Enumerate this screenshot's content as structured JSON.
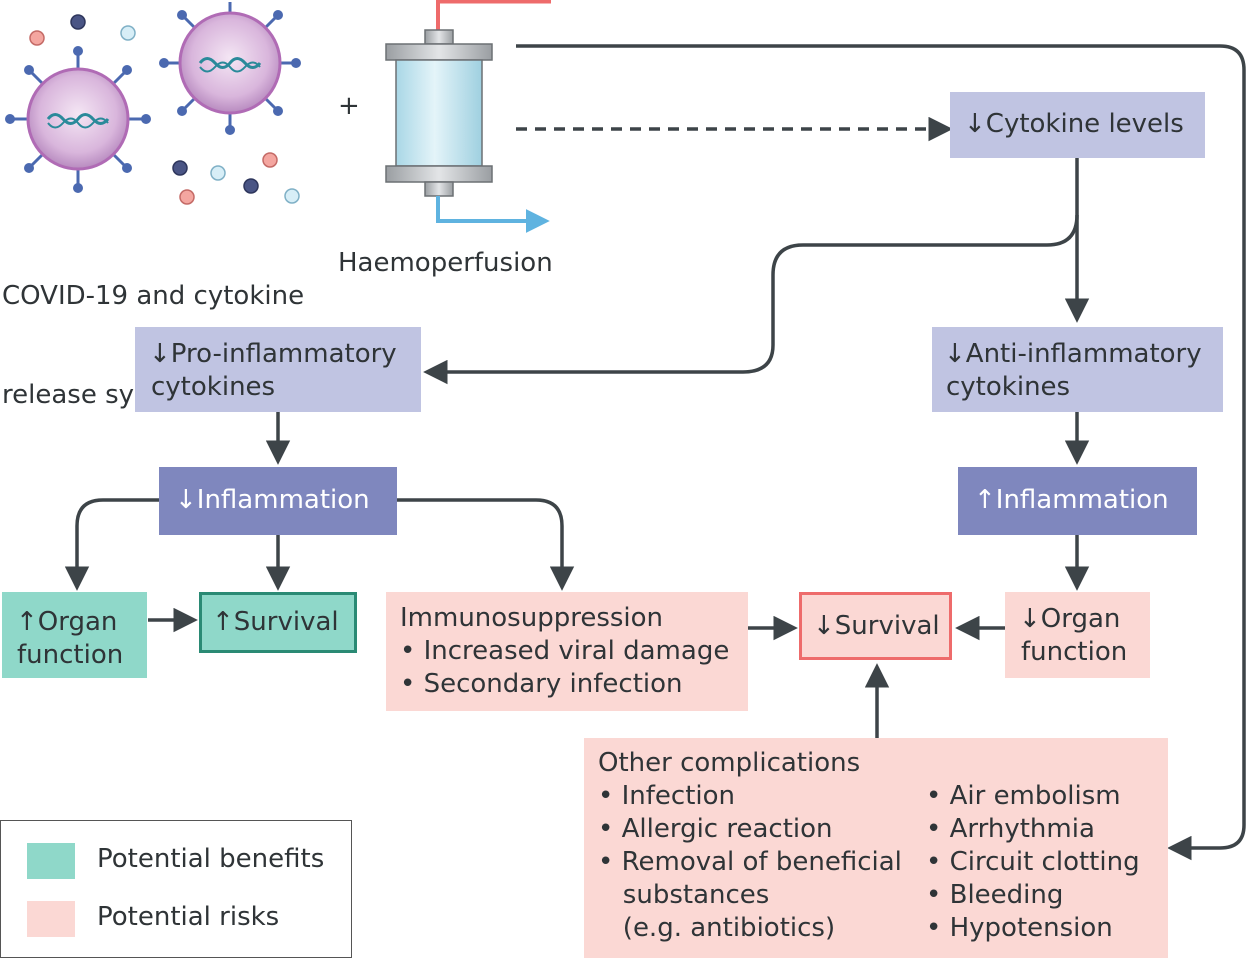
{
  "inputs": {
    "covid_label_line1": "COVID-19 and cytokine",
    "covid_label_line2": "release syndrome",
    "plus": "+",
    "haemoperfusion_label": "Haemoperfusion"
  },
  "boxes": {
    "cytokine_levels": "↓Cytokine levels",
    "pro_inflammatory_1": "↓Pro-inflammatory",
    "pro_inflammatory_2": "cytokines",
    "anti_inflammatory_1": "↓Anti-inflammatory",
    "anti_inflammatory_2": "cytokines",
    "decreased_inflammation": "↓Inflammation",
    "increased_inflammation": "↑Inflammation",
    "organ_function_up_1": "↑Organ",
    "organ_function_up_2": "function",
    "survival_up": "↑Survival",
    "immunosuppression_title": "Immunosuppression",
    "immunosuppression_items": [
      "• Increased viral damage",
      "• Secondary infection"
    ],
    "survival_down": "↓Survival",
    "organ_function_down_1": "↓Organ",
    "organ_function_down_2": "function",
    "other_complications_title": "Other complications",
    "other_complications_left": [
      "• Infection",
      "• Allergic reaction",
      "• Removal of beneficial",
      "   substances",
      "   (e.g. antibiotics)"
    ],
    "other_complications_right": [
      "• Air embolism",
      "• Arrhythmia",
      "• Circuit clotting",
      "• Bleeding",
      "• Hypotension"
    ]
  },
  "legend": {
    "benefits": "Potential benefits",
    "risks": "Potential risks"
  },
  "colors": {
    "benefit": "#8fd8c9",
    "benefit_border": "#2a8a74",
    "risk": "#fbd8d4",
    "risk_border": "#ee6b6b",
    "box_light": "#c0c4e2",
    "box_dark": "#7f87be",
    "arrow": "#3d4448",
    "blood_in": "#ee6b6b",
    "blood_out": "#5fb3e0"
  }
}
